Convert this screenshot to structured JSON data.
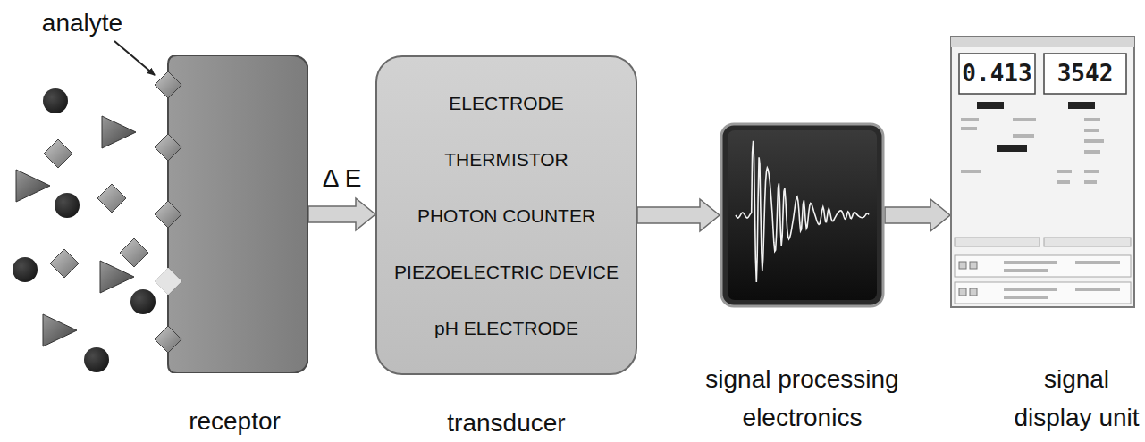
{
  "diagram": {
    "nodes": [
      {
        "text": [
          "receptor"
        ]
      },
      {
        "text": [
          "ELECTRODE",
          "THERMISTOR",
          "PHOTON COUNTER",
          "PIEZOELECTRIC DEVICE",
          "pH ELECTRODE",
          "transducer"
        ]
      },
      {
        "text": [
          "signal processing electronics"
        ]
      },
      {
        "text": [
          "signal display unit"
        ]
      }
    ],
    "edges": [
      {
        "from": 0,
        "to": 1,
        "arrow": "to",
        "label": "Δ E"
      },
      {
        "from": 1,
        "to": 2,
        "arrow": "to"
      },
      {
        "from": 2,
        "to": 3,
        "arrow": "to"
      }
    ],
    "labels": [
      "analyte",
      "0.413",
      "3542"
    ]
  }
}
